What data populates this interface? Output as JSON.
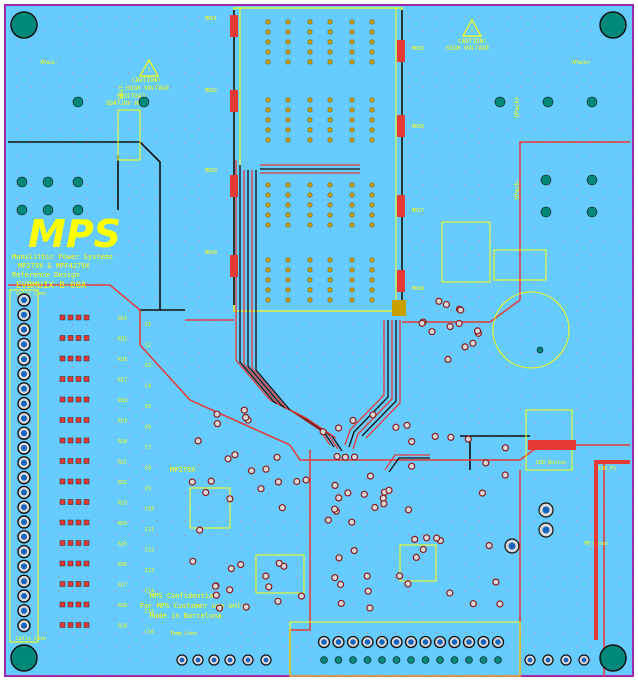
{
  "colors": {
    "board": "#66ccff",
    "edge": "#9c27b0",
    "silk": "#ffff00",
    "copper_red": "#e53935",
    "trace_dark": "#111111",
    "via_ring": "#8b1a1a",
    "hole": "#1565c0",
    "pad_teal": "#00897b",
    "pad_outer": "#d9d9d9"
  },
  "silkscreen": {
    "logo": "MPS",
    "company": "Monolithic Power Systems",
    "part": "MP279X & MPF4279X",
    "design": "Reference Design",
    "board_id": "EVBMUIX-B-00A",
    "confidential_1": "MPS Confidential",
    "confidential_2": "For MPS Customer use only",
    "confidential_3": "Made in Barcelona",
    "caution_left": "CAUTION!",
    "caution_left_2": "HIGH VOLTAGE",
    "caution_left_mirror_1": "CAUTION!",
    "caution_left_mirror_2": "HIGH VOLTAGE",
    "caution_right": "CAUTION!",
    "caution_right_2": "HIGH VOLTAGE",
    "vpack_top_left": "VPack-",
    "vpack_top_right": "VPack+",
    "vbat_left": "VBat-",
    "vpack_right_mid": "VPack+",
    "vpack_right_mid2": "VPack-",
    "cell_top": "Cells_Conn",
    "cell_bottom": "Cells_Conn",
    "mp279x": "MP279X",
    "led_button": "LED_Button",
    "ior_fs": "IOR_FS",
    "pb_reset": "PB_Reset",
    "temp_conn": "Temp_Conn",
    "r_labels": [
      "R14",
      "R15",
      "R16",
      "R17",
      "R18",
      "R19",
      "R20",
      "R21",
      "R22",
      "R23",
      "R24",
      "R25",
      "R26",
      "R27",
      "R28",
      "R29"
    ],
    "c_labels": [
      "C1",
      "C2",
      "C3",
      "C4",
      "C5",
      "C6",
      "C7",
      "C8",
      "C9",
      "C10",
      "C11",
      "C12",
      "C13",
      "C14",
      "C15",
      "C16"
    ],
    "mos_labels": [
      "MOS1",
      "MOS2",
      "MOS3",
      "MOS4",
      "MOS5",
      "MOS6",
      "MOS7",
      "MOS8"
    ]
  }
}
